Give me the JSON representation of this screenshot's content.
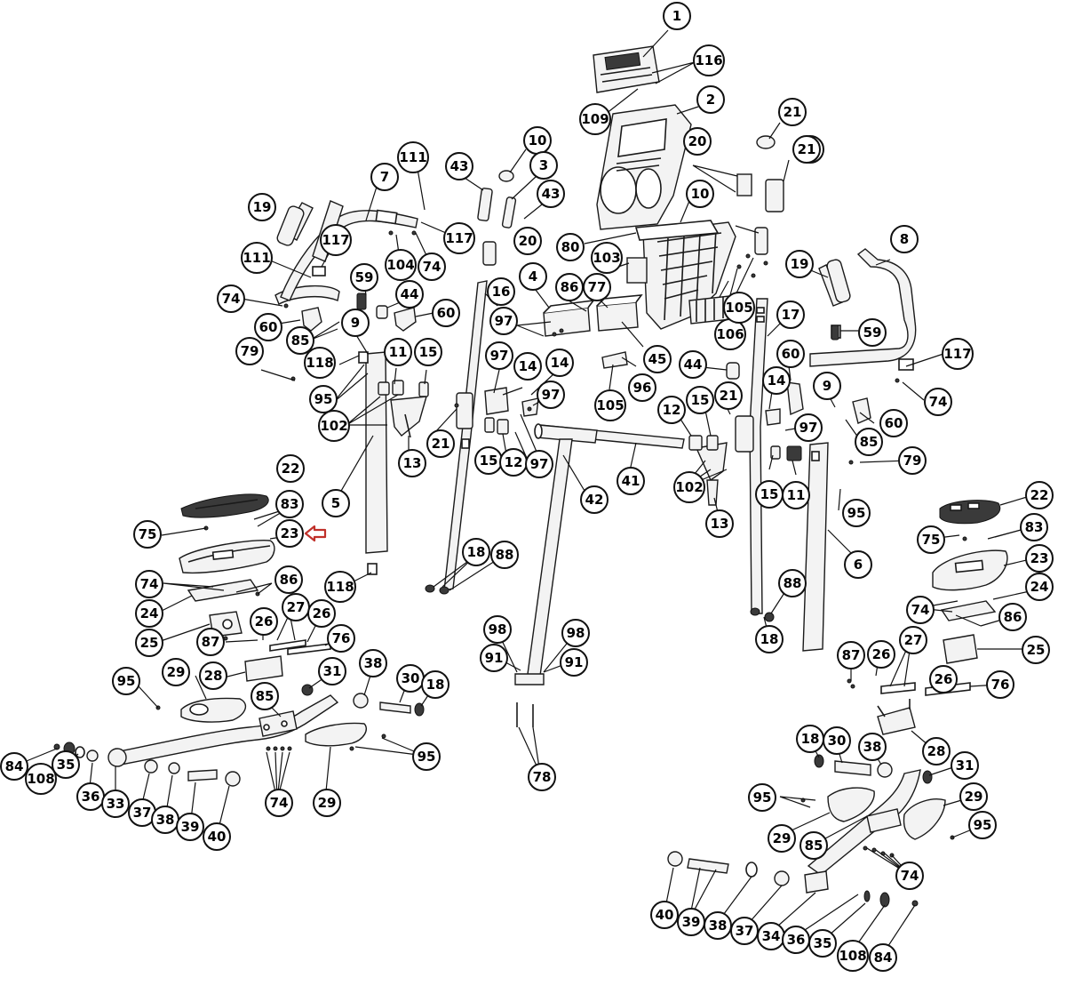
{
  "diagram": {
    "highlight_color": "#c0302a",
    "highlighted_part": "23",
    "callouts": [
      "1",
      "116",
      "109",
      "2",
      "10",
      "21",
      "43",
      "3",
      "20",
      "10",
      "21",
      "80",
      "103",
      "21",
      "43",
      "20",
      "19",
      "7",
      "111",
      "117",
      "117",
      "104",
      "74",
      "111",
      "59",
      "44",
      "60",
      "74",
      "60",
      "85",
      "9",
      "79",
      "118",
      "11",
      "15",
      "95",
      "102",
      "16",
      "4",
      "86",
      "77",
      "97",
      "97",
      "14",
      "14",
      "97",
      "105",
      "96",
      "45",
      "106",
      "105",
      "17",
      "8",
      "19",
      "59",
      "117",
      "74",
      "60",
      "14",
      "97",
      "9",
      "60",
      "85",
      "44",
      "15",
      "21",
      "12",
      "15",
      "12",
      "97",
      "21",
      "41",
      "42",
      "102",
      "13",
      "15",
      "11",
      "95",
      "79",
      "6",
      "13",
      "22",
      "83",
      "75",
      "23",
      "5",
      "118",
      "74",
      "86",
      "24",
      "25",
      "87",
      "26",
      "27",
      "26",
      "76",
      "28",
      "95",
      "29",
      "85",
      "31",
      "38",
      "30",
      "18",
      "18",
      "88",
      "98",
      "91",
      "98",
      "91",
      "78",
      "84",
      "108",
      "35",
      "36",
      "33",
      "37",
      "38",
      "39",
      "40",
      "74",
      "29",
      "95",
      "88",
      "18",
      "22",
      "75",
      "83",
      "23",
      "24",
      "74",
      "86",
      "25",
      "87",
      "26",
      "27",
      "26",
      "76",
      "28",
      "18",
      "30",
      "38",
      "31",
      "95",
      "29",
      "85",
      "29",
      "95",
      "74",
      "40",
      "39",
      "38",
      "37",
      "34",
      "36",
      "35",
      "108",
      "84"
    ]
  }
}
